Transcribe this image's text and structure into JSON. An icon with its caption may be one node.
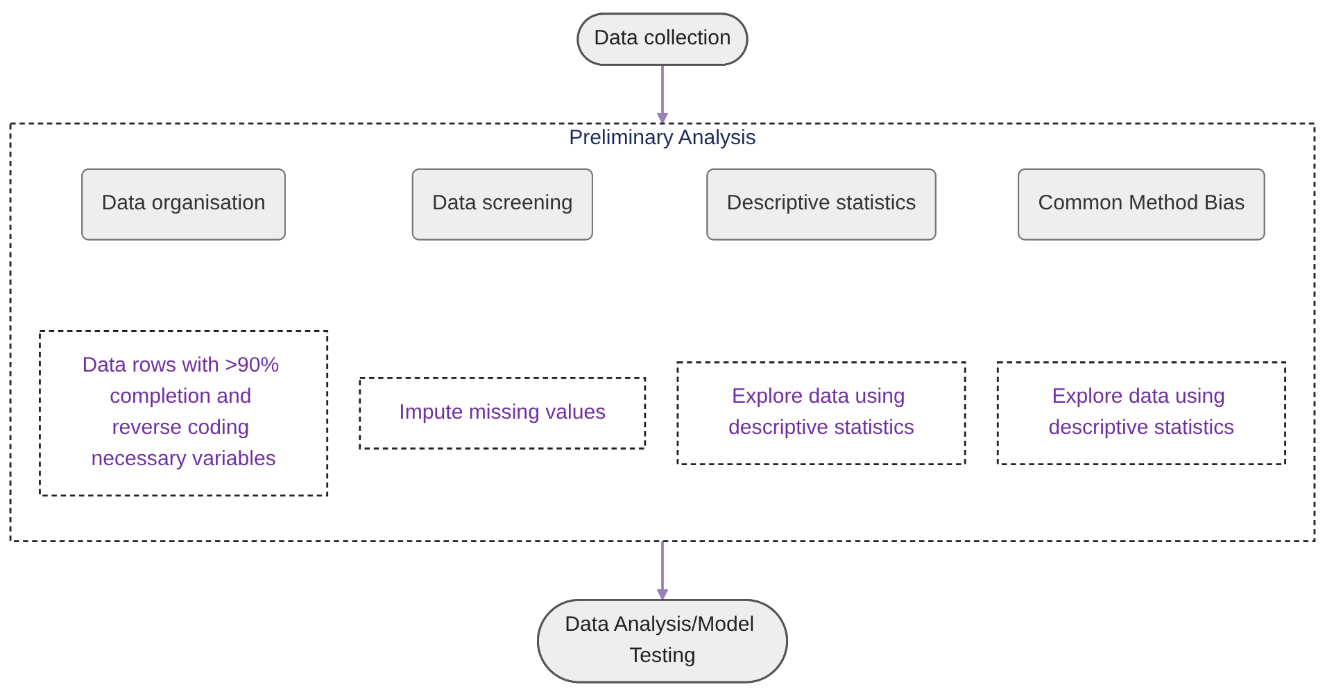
{
  "diagram": {
    "nodes": [
      {
        "text": [
          "Data collection"
        ]
      },
      {
        "text": [
          "Preliminary Analysis"
        ]
      },
      {
        "text": [
          "Data organisation"
        ],
        "in": 1
      },
      {
        "text": [
          "Data rows with >90% completion and reverse coding necessary variables"
        ],
        "in": 1
      },
      {
        "text": [
          "Data screening"
        ],
        "in": 1
      },
      {
        "text": [
          "Impute missing values"
        ],
        "in": 1
      },
      {
        "text": [
          "Descriptive statistics"
        ],
        "in": 1
      },
      {
        "text": [
          "Explore data using descriptive statistics"
        ],
        "in": 1
      },
      {
        "text": [
          "Common Method Bias"
        ],
        "in": 1
      },
      {
        "text": [
          "Explore data using descriptive statistics"
        ],
        "in": 1
      },
      {
        "text": [
          "Data Analysis/Model Testing"
        ]
      }
    ],
    "edges": [
      {
        "from": 0,
        "to": 1,
        "arrow": "to"
      },
      {
        "from": 1,
        "to": 10,
        "arrow": "to"
      }
    ]
  }
}
